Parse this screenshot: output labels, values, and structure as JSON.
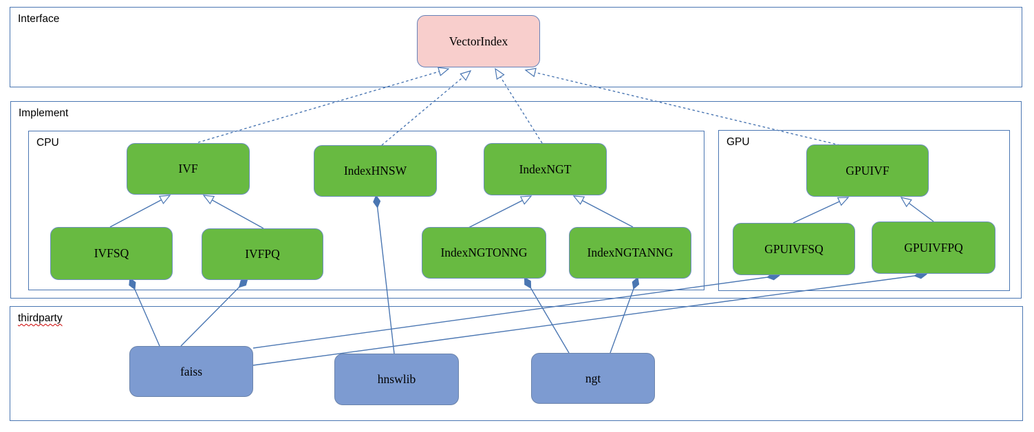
{
  "diagram": {
    "containers": {
      "interface": {
        "label": "Interface"
      },
      "implement": {
        "label": "Implement"
      },
      "cpu": {
        "label": "CPU"
      },
      "gpu": {
        "label": "GPU"
      },
      "thirdparty": {
        "label": "thirdparty"
      }
    },
    "nodes": {
      "vectorindex": {
        "label": "VectorIndex",
        "kind": "interface"
      },
      "ivf": {
        "label": "IVF",
        "kind": "cpu-class"
      },
      "indexhnsw": {
        "label": "IndexHNSW",
        "kind": "cpu-class"
      },
      "indexngt": {
        "label": "IndexNGT",
        "kind": "cpu-class"
      },
      "ivfsq": {
        "label": "IVFSQ",
        "kind": "cpu-class"
      },
      "ivfpq": {
        "label": "IVFPQ",
        "kind": "cpu-class"
      },
      "indexngtonng": {
        "label": "IndexNGTONNG",
        "kind": "cpu-class"
      },
      "indexngtanng": {
        "label": "IndexNGTANNG",
        "kind": "cpu-class"
      },
      "gpuivf": {
        "label": "GPUIVF",
        "kind": "gpu-class"
      },
      "gpuivfsq": {
        "label": "GPUIVFSQ",
        "kind": "gpu-class"
      },
      "gpuivfpq": {
        "label": "GPUIVFPQ",
        "kind": "gpu-class"
      },
      "faiss": {
        "label": "faiss",
        "kind": "thirdparty-lib"
      },
      "hnswlib": {
        "label": "hnswlib",
        "kind": "thirdparty-lib"
      },
      "ngt": {
        "label": "ngt",
        "kind": "thirdparty-lib"
      }
    },
    "edges": [
      {
        "from": "ivf",
        "to": "vectorindex",
        "type": "realization"
      },
      {
        "from": "indexhnsw",
        "to": "vectorindex",
        "type": "realization"
      },
      {
        "from": "indexngt",
        "to": "vectorindex",
        "type": "realization"
      },
      {
        "from": "gpuivf",
        "to": "vectorindex",
        "type": "realization"
      },
      {
        "from": "ivfsq",
        "to": "ivf",
        "type": "generalization"
      },
      {
        "from": "ivfpq",
        "to": "ivf",
        "type": "generalization"
      },
      {
        "from": "indexngtonng",
        "to": "indexngt",
        "type": "generalization"
      },
      {
        "from": "indexngtanng",
        "to": "indexngt",
        "type": "generalization"
      },
      {
        "from": "gpuivfsq",
        "to": "gpuivf",
        "type": "generalization"
      },
      {
        "from": "gpuivfpq",
        "to": "gpuivf",
        "type": "generalization"
      },
      {
        "from": "faiss",
        "to": "ivfsq",
        "type": "composition"
      },
      {
        "from": "faiss",
        "to": "ivfpq",
        "type": "composition"
      },
      {
        "from": "faiss",
        "to": "gpuivfsq",
        "type": "composition"
      },
      {
        "from": "faiss",
        "to": "gpuivfpq",
        "type": "composition"
      },
      {
        "from": "hnswlib",
        "to": "indexhnsw",
        "type": "composition"
      },
      {
        "from": "ngt",
        "to": "indexngtonng",
        "type": "composition"
      },
      {
        "from": "ngt",
        "to": "indexngtanng",
        "type": "composition"
      }
    ],
    "colors": {
      "line": "#4a76b2",
      "green-fill": "#68ba41",
      "green-border": "#6c8ebf",
      "pink-fill": "#f8cecc",
      "pink-border": "#6681b8",
      "blue-fill": "#7d9bd1",
      "blue-border": "#6a83ab",
      "squiggle": "#cc0000",
      "text": "#000000"
    }
  }
}
